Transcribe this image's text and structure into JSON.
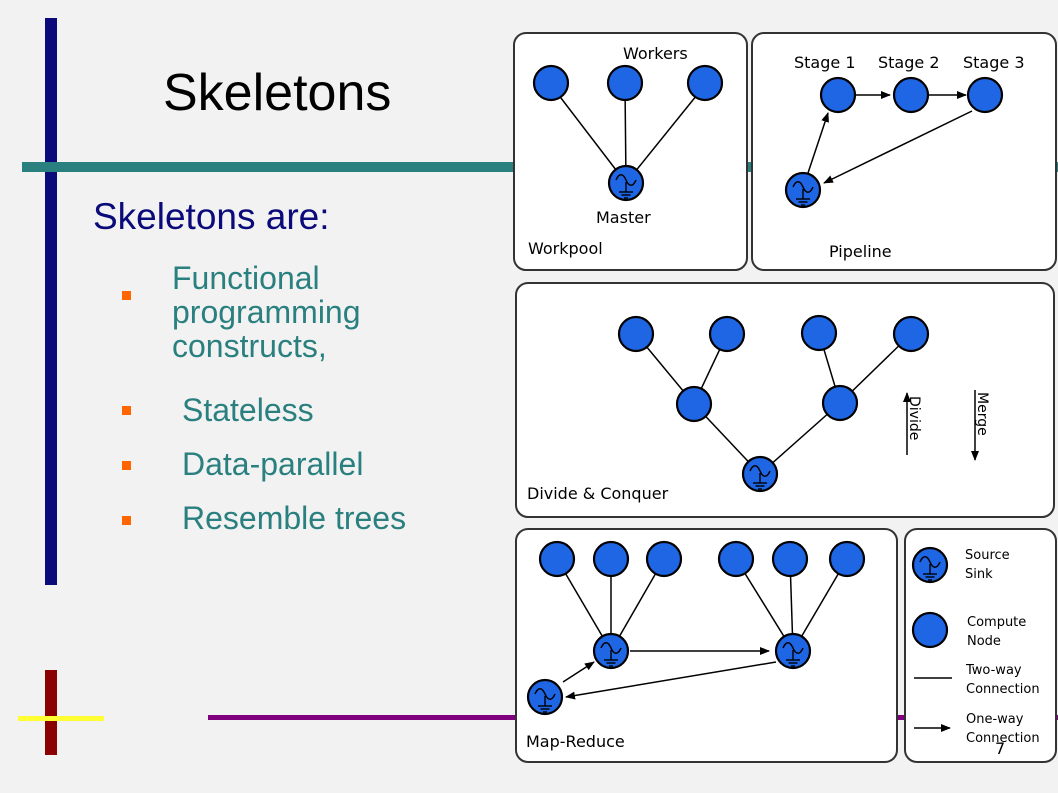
{
  "slide": {
    "title": "Skeletons",
    "subtitle": "Skeletons are:",
    "bullets": [
      [
        "Functional",
        "programming",
        "constructs,"
      ],
      [
        "Stateless"
      ],
      [
        "Data-parallel"
      ],
      [
        "Resemble trees"
      ]
    ],
    "page_number": "7"
  },
  "diagram": {
    "workpool": {
      "caption": "Workpool",
      "workers_label": "Workers",
      "master_label": "Master"
    },
    "pipeline": {
      "caption": "Pipeline",
      "stages": [
        "Stage 1",
        "Stage 2",
        "Stage 3"
      ]
    },
    "divide_conquer": {
      "caption": "Divide & Conquer",
      "divide_label": "Divide",
      "merge_label": "Merge"
    },
    "map_reduce": {
      "caption": "Map-Reduce"
    },
    "legend": [
      {
        "symbol": "source-sink",
        "lines": [
          "Source",
          "Sink"
        ]
      },
      {
        "symbol": "compute-node",
        "lines": [
          "Compute",
          "Node"
        ]
      },
      {
        "symbol": "two-way",
        "lines": [
          "Two-way",
          "Connection"
        ]
      },
      {
        "symbol": "one-way",
        "lines": [
          "One-way",
          "Connection"
        ]
      }
    ]
  },
  "colors": {
    "node_fill": "#1f66e5",
    "title_blue": "#0a0a7a",
    "teal": "#2a7f7f",
    "bullet_orange": "#ff6600"
  }
}
